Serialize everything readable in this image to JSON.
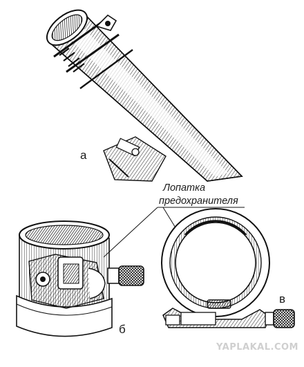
{
  "labels": {
    "a": "а",
    "b": "б",
    "v": "в"
  },
  "caption": {
    "line1": "Лопатка",
    "line2": "предохранителя"
  },
  "watermark": "YAPLAKAL.COM"
}
